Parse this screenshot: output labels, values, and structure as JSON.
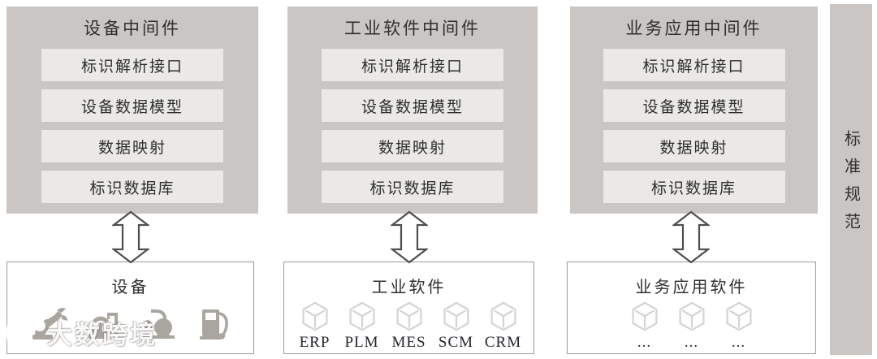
{
  "diagram": {
    "columns": [
      {
        "title": "设备中间件",
        "layers": [
          "标识解析接口",
          "设备数据模型",
          "数据映射",
          "标识数据库"
        ]
      },
      {
        "title": "工业软件中间件",
        "layers": [
          "标识解析接口",
          "设备数据模型",
          "数据映射",
          "标识数据库"
        ]
      },
      {
        "title": "业务应用中间件",
        "layers": [
          "标识解析接口",
          "设备数据模型",
          "数据映射",
          "标识数据库"
        ]
      }
    ],
    "bottom_panels": [
      {
        "title": "设备",
        "icons": [
          "robot-arm-icon",
          "signal-station-icon",
          "chemical-plant-icon",
          "fuel-pump-icon"
        ]
      },
      {
        "title": "工业软件",
        "software": [
          "ERP",
          "PLM",
          "MES",
          "SCM",
          "CRM"
        ]
      },
      {
        "title": "业务应用软件",
        "software": [
          "...",
          "...",
          "..."
        ]
      }
    ],
    "side_bar_label": "标准规范"
  },
  "watermark": {
    "text": "大数跨境"
  },
  "colors": {
    "panel_gray": "#c9c6c3",
    "layer_gray": "#eae9e6",
    "border_gray": "#9b9b9b",
    "text_dark": "#2f2f2f",
    "device_icon_gray": "#a9a59f",
    "cube_gray": "#d6d4d1",
    "arrow_stroke": "#4f4f4f"
  }
}
